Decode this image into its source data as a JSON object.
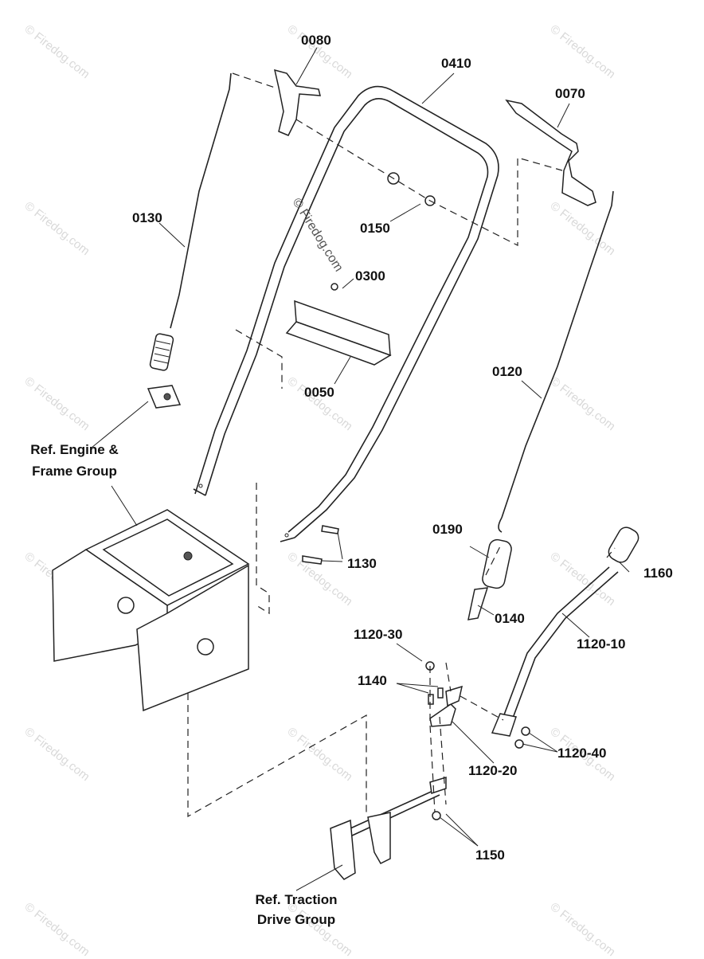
{
  "watermark": "© Firedog.com",
  "center_watermark": "© Firedog.com",
  "parts": {
    "p0080": "0080",
    "p0410": "0410",
    "p0070": "0070",
    "p0130": "0130",
    "p0150": "0150",
    "p0300": "0300",
    "p0050": "0050",
    "p0120": "0120",
    "p1130": "1130",
    "p0190": "0190",
    "p0140": "0140",
    "p1160": "1160",
    "p1120_10": "1120-10",
    "p1120_30": "1120-30",
    "p1140": "1140",
    "p1120_40": "1120-40",
    "p1120_20": "1120-20",
    "p1150": "1150"
  },
  "refs": {
    "engine_line1": "Ref. Engine &",
    "engine_line2": "Frame Group",
    "traction_line1": "Ref. Traction",
    "traction_line2": "Drive Group"
  },
  "colors": {
    "line": "#222222",
    "label": "#111111",
    "watermark": "#d9d9d9"
  }
}
